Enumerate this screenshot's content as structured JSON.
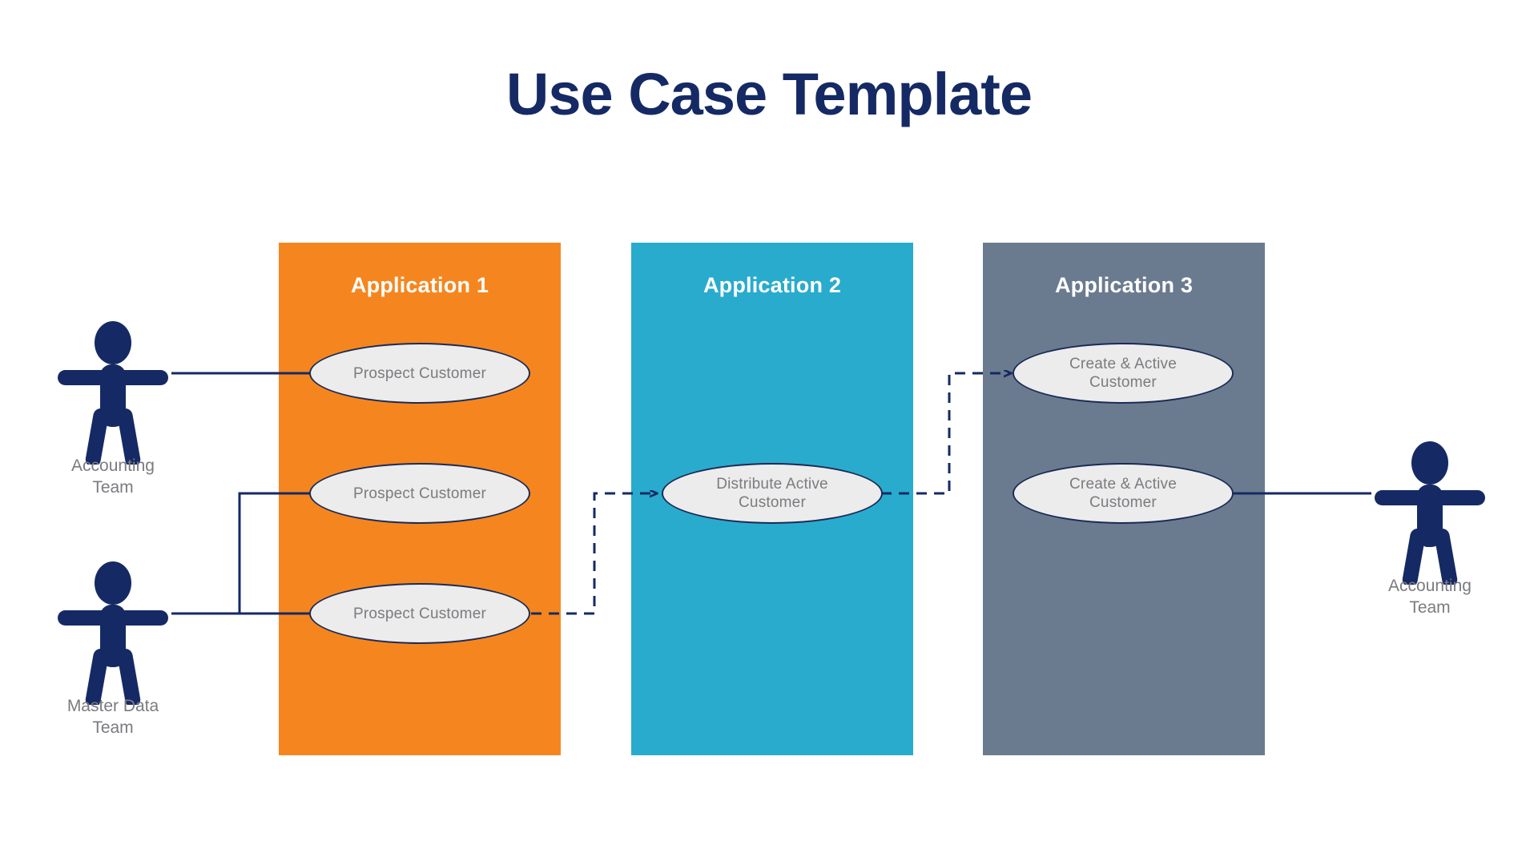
{
  "page": {
    "title": "Use Case Template",
    "background": "#ffffff",
    "title_color": "#152a64"
  },
  "columns": [
    {
      "id": "application-1",
      "label": "Application 1",
      "color": "#F5861F"
    },
    {
      "id": "application-2",
      "label": "Application 2",
      "color": "#29ABCE"
    },
    {
      "id": "application-3",
      "label": "Application 3",
      "color": "#6B7B8F"
    }
  ],
  "use_cases": [
    {
      "id": "uc-prospect-1",
      "label": "Prospect Customer",
      "column": "application-1"
    },
    {
      "id": "uc-prospect-2",
      "label": "Prospect Customer",
      "column": "application-1"
    },
    {
      "id": "uc-prospect-3",
      "label": "Prospect Customer",
      "column": "application-1"
    },
    {
      "id": "uc-distribute",
      "label": "Distribute Active\nCustomer",
      "column": "application-2"
    },
    {
      "id": "uc-create-1",
      "label": "Create & Active\nCustomer",
      "column": "application-3"
    },
    {
      "id": "uc-create-2",
      "label": "Create & Active\nCustomer",
      "column": "application-3"
    }
  ],
  "actors": [
    {
      "id": "actor-accounting-left",
      "label": "Accounting\nTeam",
      "color": "#152a64",
      "side": "left"
    },
    {
      "id": "actor-master-data",
      "label": "Master Data\nTeam",
      "color": "#152a64",
      "side": "left"
    },
    {
      "id": "actor-accounting-right",
      "label": "Accounting\nTeam",
      "color": "#152a64",
      "side": "right"
    }
  ],
  "connectors": {
    "line_color": "#152a64",
    "solid": [
      {
        "from": "actor-accounting-left",
        "to": "uc-prospect-1"
      },
      {
        "from": "actor-master-data",
        "to": "uc-prospect-2"
      },
      {
        "from": "actor-master-data",
        "to": "uc-prospect-3"
      },
      {
        "from": "uc-create-2",
        "to": "actor-accounting-right"
      }
    ],
    "dashed": [
      {
        "from": "uc-prospect-3",
        "to": "uc-distribute",
        "arrow": true
      },
      {
        "from": "uc-distribute",
        "to": "uc-create-1",
        "arrow": true
      }
    ]
  }
}
